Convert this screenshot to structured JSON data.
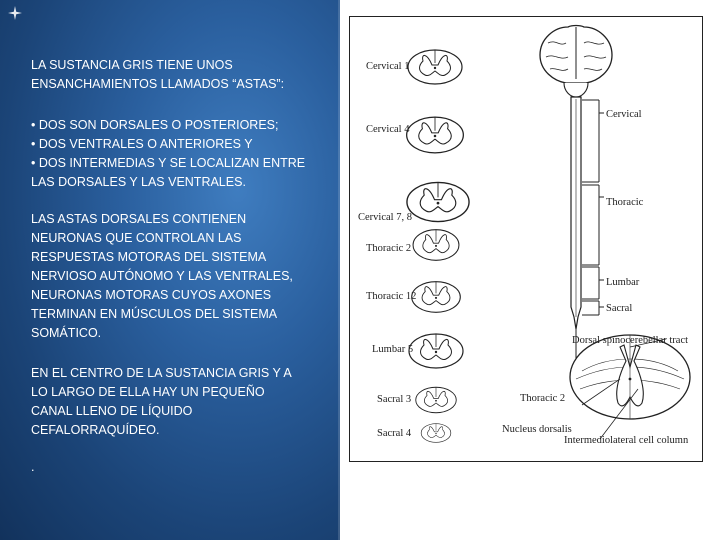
{
  "text": {
    "para1": [
      "LA SUSTANCIA GRIS TIENE UNOS",
      "ENSANCHAMIENTOS LLAMADOS “ASTAS”:"
    ],
    "para2": [
      "• DOS SON DORSALES O POSTERIORES;",
      "• DOS VENTRALES O ANTERIORES Y",
      "• DOS INTERMEDIAS Y SE LOCALIZAN ENTRE",
      "LAS DORSALES Y LAS VENTRALES."
    ],
    "para3": [
      "LAS ASTAS DORSALES CONTIENEN",
      "NEURONAS QUE CONTROLAN LAS",
      "RESPUESTAS MOTORAS DEL SISTEMA",
      "NERVIOSO AUTÓNOMO Y LAS VENTRALES,",
      "NEURONAS MOTORAS CUYOS AXONES",
      "TERMINAN EN MÚSCULOS DEL SISTEMA",
      "SOMÁTICO."
    ],
    "para4": [
      "EN EL CENTRO DE LA SUSTANCIA GRIS Y A",
      "LO LARGO DE ELLA HAY UN PEQUEÑO",
      "CANAL LLENO DE LÍQUIDO",
      "CEFALORRAQUÍDEO."
    ],
    "para5": "."
  },
  "figure": {
    "section_labels": [
      "Cervical 1",
      "Cervical 4",
      "Cervical 7, 8",
      "Thoracic 2",
      "Thoracic 12",
      "Lumbar 5",
      "Sacral 3",
      "Sacral 4"
    ],
    "region_labels": [
      "Cervical",
      "Thoracic",
      "Lumbar",
      "Sacral"
    ],
    "detail_labels": [
      "Dorsal spinocerebellar tract",
      "Thoracic 2",
      "Nucleus dorsalis",
      "Intermediolateral cell column"
    ]
  },
  "colors": {
    "panel_blue": "#1f4f8a",
    "text": "#ffffff",
    "line_art": "#222222"
  }
}
